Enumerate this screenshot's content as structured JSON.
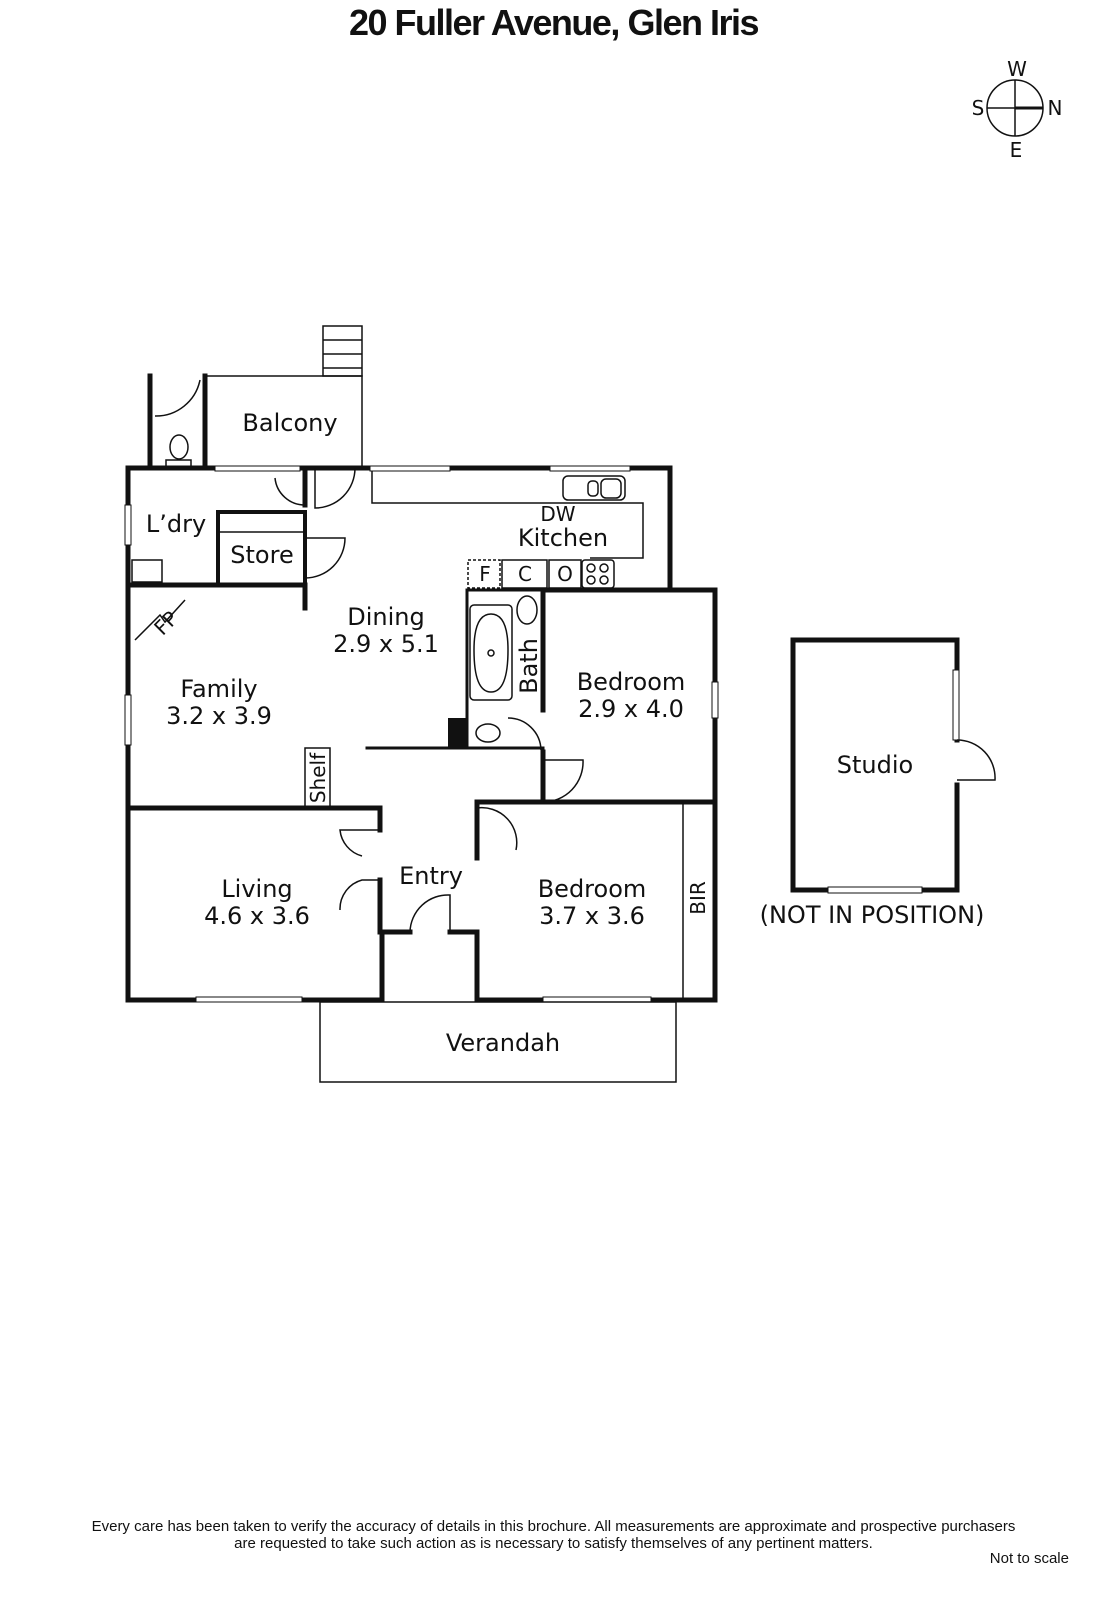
{
  "title": "20 Fuller Avenue, Glen Iris",
  "compass": {
    "w": "W",
    "s": "S",
    "n": "N",
    "e": "E"
  },
  "rooms": {
    "balcony": "Balcony",
    "laundry": "L’dry",
    "store": "Store",
    "dw": "DW",
    "kitchen": "Kitchen",
    "fridge": "F",
    "cupboard": "C",
    "oven": "O",
    "fireplace": "FP",
    "dining": {
      "name": "Dining",
      "size": "2.9 x 5.1"
    },
    "family": {
      "name": "Family",
      "size": "3.2 x 3.9"
    },
    "bath": "Bath",
    "bedroom1": {
      "name": "Bedroom",
      "size": "2.9 x 4.0"
    },
    "shelf": "Shelf",
    "entry": "Entry",
    "living": {
      "name": "Living",
      "size": "4.6 x 3.6"
    },
    "bedroom2": {
      "name": "Bedroom",
      "size": "3.7 x 3.6"
    },
    "bir": "BIR",
    "verandah": "Verandah",
    "studio": "Studio",
    "studio_note": "(NOT IN POSITION)"
  },
  "footer": {
    "disclaimer_line1": "Every care has been taken to verify the accuracy of details in this brochure.  All measurements are approximate and prospective purchasers",
    "disclaimer_line2": "are requested to take such action as is necessary to satisfy themselves of any pertinent matters.",
    "scale_note": "Not to scale"
  }
}
